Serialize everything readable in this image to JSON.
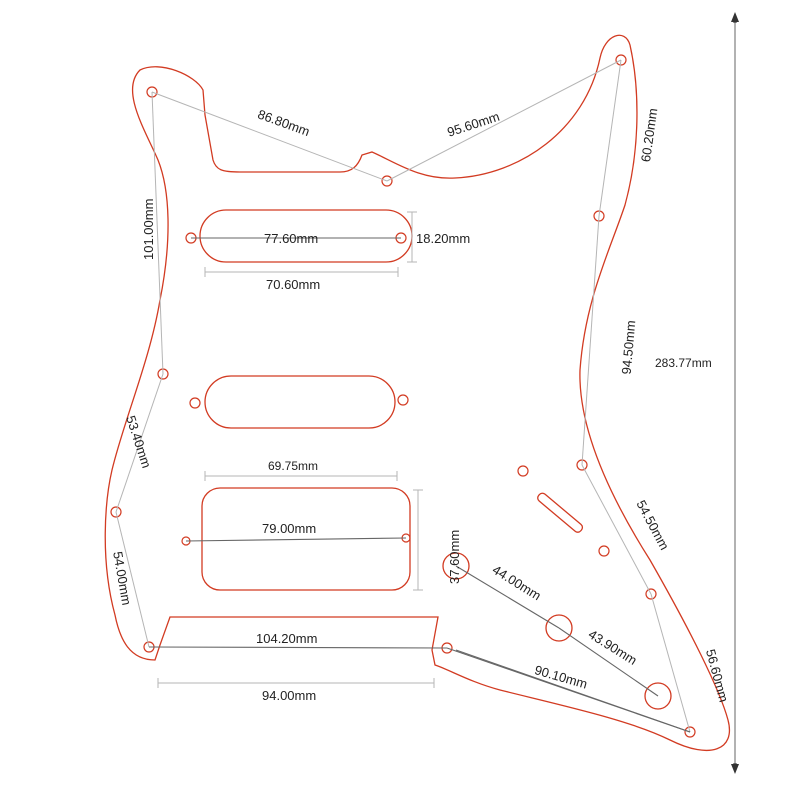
{
  "colors": {
    "outline": "#d23b22",
    "dimension_line": "#b5b5b5",
    "dimension_line_dark": "#666666",
    "text": "#222222"
  },
  "dimensions": {
    "top_left_to_top_center": "86.80mm",
    "top_center_to_top_right": "95.60mm",
    "top_right_to_right_upper": "60.20mm",
    "right_upper_to_right_mid": "94.50mm",
    "right_mid_to_right_lower": "54.50mm",
    "right_lower_to_bottom_right": "56.60mm",
    "left_top_to_left_mid": "101.00mm",
    "left_mid_to_left_lower": "53.40mm",
    "left_lower_to_bottom_left": "54.00mm",
    "neck_pickup_screws": "77.60mm",
    "neck_pickup_height": "18.20mm",
    "neck_pickup_width": "70.60mm",
    "bridge_pickup_width": "69.75mm",
    "bridge_pickup_screws": "79.00mm",
    "bridge_pickup_height": "37.60mm",
    "bottom_left_to_bottom_mid": "104.20mm",
    "bottom_cutout_width": "94.00mm",
    "knob1_to_knob2": "44.00mm",
    "knob2_to_knob3": "43.90mm",
    "bottom_mid_to_bottom_right": "90.10mm",
    "overall_height": "283.77mm"
  }
}
